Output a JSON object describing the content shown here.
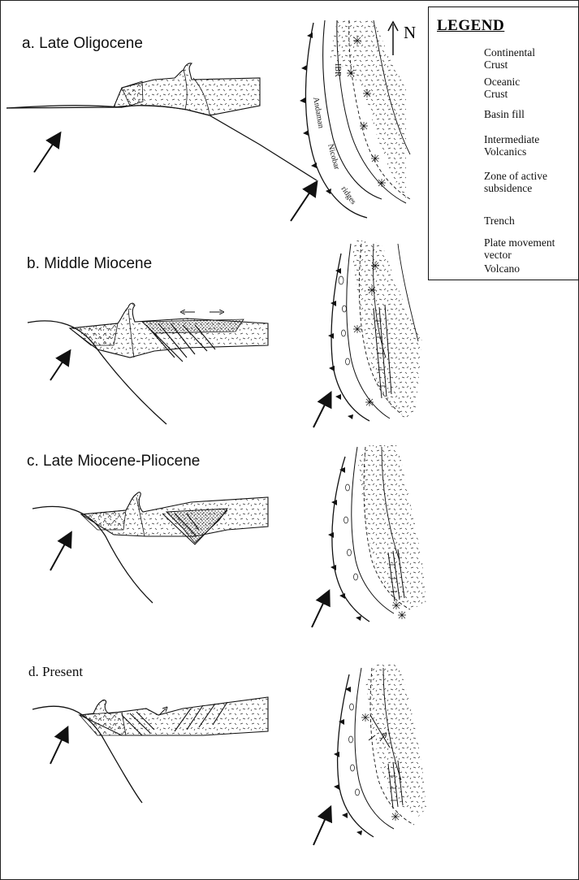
{
  "panels": [
    {
      "label": "a. Late Oligocene"
    },
    {
      "label": "b. Middle Miocene"
    },
    {
      "label": "c. Late Miocene-Pliocene"
    },
    {
      "label": "d. Present"
    }
  ],
  "map_labels": {
    "ibr": "IBR",
    "andaman": "Andaman",
    "nicobar": "Nicobar",
    "ridges": "ridges"
  },
  "north_label": "N",
  "legend": {
    "title": "LEGEND",
    "items": [
      {
        "label_line1": "Continental",
        "label_line2": "Crust",
        "icon": "continental-crust-swatch"
      },
      {
        "label_line1": "Oceanic",
        "label_line2": "Crust",
        "icon": "oceanic-crust-swatch"
      },
      {
        "label_line1": "Basin fill",
        "label_line2": "",
        "icon": "basin-fill-swatch"
      },
      {
        "label_line1": "Intermediate",
        "label_line2": "Volcanics",
        "icon": "intermediate-volcanics-swatch"
      },
      {
        "label_line1": "Zone of active",
        "label_line2": "subsidence",
        "icon": "subsidence-zone-symbol"
      },
      {
        "label_line1": "Trench",
        "label_line2": "",
        "icon": "trench-symbol"
      },
      {
        "label_line1": "Plate movement",
        "label_line2": "vector",
        "icon": "plate-vector-arrow"
      },
      {
        "label_line1": "Volcano",
        "label_line2": "",
        "icon": "volcano-star"
      }
    ]
  },
  "colors": {
    "ink": "#111111",
    "background": "#ffffff"
  }
}
